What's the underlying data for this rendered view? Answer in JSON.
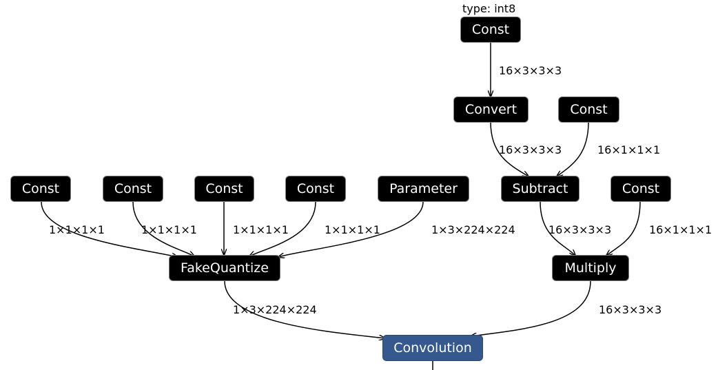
{
  "nodes": {
    "const_int8": "Const",
    "convert": "Convert",
    "const_sub": "Const",
    "const_fq_1": "Const",
    "const_fq_2": "Const",
    "const_fq_3": "Const",
    "const_fq_4": "Const",
    "parameter": "Parameter",
    "subtract": "Subtract",
    "const_mul": "Const",
    "fakequantize": "FakeQuantize",
    "multiply": "Multiply",
    "convolution": "Convolution"
  },
  "annotations": {
    "const_type": "type: int8"
  },
  "edges": {
    "const_to_convert": "16×3×3×3",
    "convert_to_subtract": "16×3×3×3",
    "const_to_subtract": "16×1×1×1",
    "c1_to_fq": "1×1×1×1",
    "c2_to_fq": "1×1×1×1",
    "c3_to_fq": "1×1×1×1",
    "c4_to_fq": "1×1×1×1",
    "param_to_fq": "1×3×224×224",
    "subtract_to_multiply": "16×3×3×3",
    "const_to_multiply": "16×1×1×1",
    "fq_to_conv": "1×3×224×224",
    "multiply_to_conv": "16×3×3×3"
  },
  "colors": {
    "node_fill": "#000000",
    "node_text": "#ffffff",
    "convolution_fill": "#35598f",
    "edge": "#000000"
  }
}
